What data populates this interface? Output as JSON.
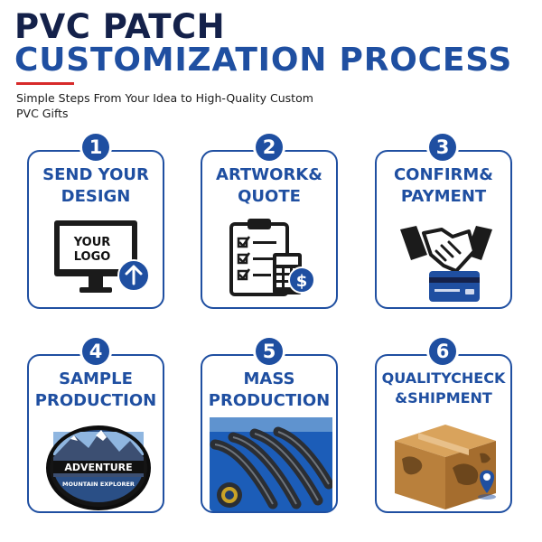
{
  "header": {
    "title_line1": "PVC PATCH",
    "title_line2": "CUSTOMIZATION PROCESS",
    "subtitle": "Simple Steps From Your Idea to High-Quality Custom PVC Gifts"
  },
  "steps": [
    {
      "number": "1",
      "title_line1": "SEND YOUR",
      "title_line2": "DESIGN",
      "monitor_text_1": "YOUR",
      "monitor_text_2": "LOGO",
      "icon": "monitor-upload-icon"
    },
    {
      "number": "2",
      "title_line1": "ARTWORK&",
      "title_line2": "QUOTE",
      "icon": "checklist-calculator-icon"
    },
    {
      "number": "3",
      "title_line1": "CONFIRM&",
      "title_line2": "PAYMENT",
      "icon": "handshake-card-icon"
    },
    {
      "number": "4",
      "title_line1": "SAMPLE",
      "title_line2": "PRODUCTION",
      "patch_text_1": "ADVENTURE",
      "patch_text_2": "MOUNTAIN EXPLORER",
      "icon": "patch-photo"
    },
    {
      "number": "5",
      "title_line1": "MASS",
      "title_line2": "PRODUCTION",
      "icon": "production-photo"
    },
    {
      "number": "6",
      "title_line1": "QUALITYCHECK",
      "title_line2": "&SHIPMENT",
      "icon": "box-location-icon"
    }
  ],
  "colors": {
    "navy": "#14214a",
    "blue": "#1f4fa1",
    "red": "#d72a2a"
  }
}
